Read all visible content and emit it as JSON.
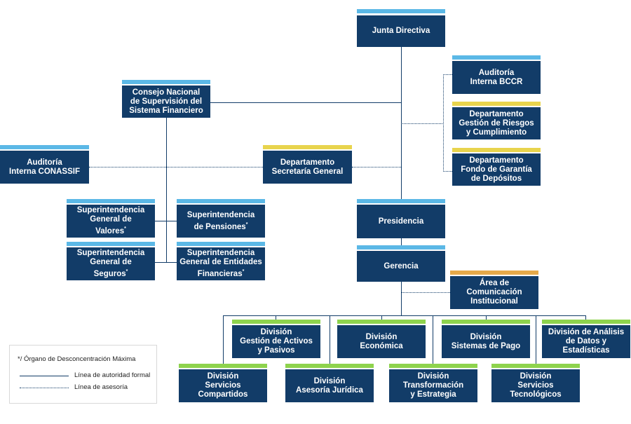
{
  "nodes": {
    "junta": [
      "Junta Directiva"
    ],
    "auditoria_bccr": [
      "Auditoría",
      "Interna BCCR"
    ],
    "riesgos": [
      "Departamento",
      "Gestión de Riesgos",
      "y Cumplimiento"
    ],
    "fondo": [
      "Departamento",
      "Fondo de Garantía",
      "de Depósitos"
    ],
    "conassif": [
      "Consejo Nacional",
      "de Supervisión del",
      "Sistema Financiero"
    ],
    "auditoria_conassif": [
      "Auditoría",
      "Interna CONASSIF"
    ],
    "secretaria": [
      "Departamento",
      "Secretaría General"
    ],
    "sugeval": [
      "Superintendencia",
      "General de",
      "Valores*"
    ],
    "supen": [
      "Superintendencia",
      "de Pensiones*"
    ],
    "sugese": [
      "Superintendencia",
      "General de",
      "Seguros*"
    ],
    "sugef": [
      "Superintendencia",
      "General de Entidades",
      "Financieras*"
    ],
    "presidencia": [
      "Presidencia"
    ],
    "gerencia": [
      "Gerencia"
    ],
    "comunicacion": [
      "Área de",
      "Comunicación",
      "Institucional"
    ],
    "activos": [
      "División",
      "Gestión de Activos",
      "y Pasivos"
    ],
    "economica": [
      "División",
      "Económica"
    ],
    "pagos": [
      "División",
      "Sistemas de Pago"
    ],
    "datos": [
      "División de Análisis",
      "de Datos y",
      "Estadísticas"
    ],
    "compartidos": [
      "División",
      "Servicios",
      "Compartidos"
    ],
    "juridica": [
      "División",
      "Asesoría Jurídica"
    ],
    "transformacion": [
      "División",
      "Transformación",
      "y Estrategia"
    ],
    "tecnologicos": [
      "División",
      "Servicios",
      "Tecnológicos"
    ]
  },
  "legend": {
    "note": "*/ Órgano de Desconcentración Máxima",
    "formal": "Línea de autoridad formal",
    "asesoria": "Línea de asesoría"
  },
  "colors": {
    "box": "#123c68",
    "blue_bar": "#5bb8e6",
    "yellow_bar": "#e8d44d",
    "green_bar": "#8ed34d",
    "orange_bar": "#e5a94a"
  }
}
